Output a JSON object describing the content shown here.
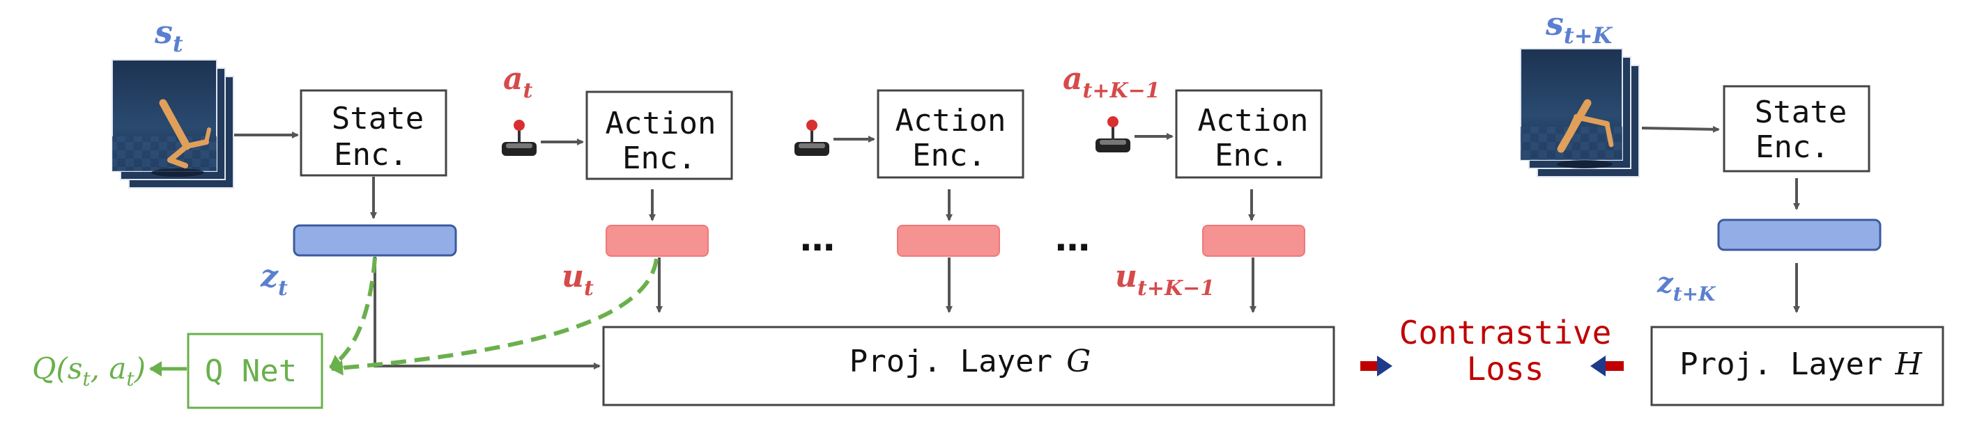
{
  "colors": {
    "state_blue": "#5b7fd0",
    "action_red": "#d64a4a",
    "qnet_green": "#6ab04c",
    "loss_red": "#c00000",
    "latent_blue_fill": "#93aee6",
    "latent_red_fill": "#f59292",
    "arrow_gray": "#555555"
  },
  "labels": {
    "s_t_main": "s",
    "s_t_sub": "t",
    "s_tk_main": "s",
    "s_tk_sub": "t+K",
    "a_t_main": "a",
    "a_t_sub": "t",
    "a_tk_main": "a",
    "a_tk_sub": "t+K−1",
    "z_t_main": "z",
    "z_t_sub": "t",
    "z_tk_main": "z",
    "z_tk_sub": "t+K",
    "u_t_main": "u",
    "u_t_sub": "t",
    "u_tk_main": "u",
    "u_tk_sub": "t+K−1",
    "ellipsis": "…"
  },
  "boxes": {
    "state_enc_line1": "State",
    "state_enc_line2": "Enc.",
    "action_enc_line1": "Action",
    "action_enc_line2": "Enc.",
    "proj_g_text": "Proj. Layer",
    "proj_g_var": "G",
    "proj_h_text": "Proj. Layer",
    "proj_h_var": "H",
    "q_net": "Q Net"
  },
  "loss": {
    "line1": "Contrastive",
    "line2": "Loss"
  },
  "q_output": {
    "q": "Q(s",
    "s_sub": "t",
    "mid": ", a",
    "a_sub": "t",
    "close": ")"
  },
  "icons": [
    "walker-frames-image",
    "joystick-icon"
  ]
}
